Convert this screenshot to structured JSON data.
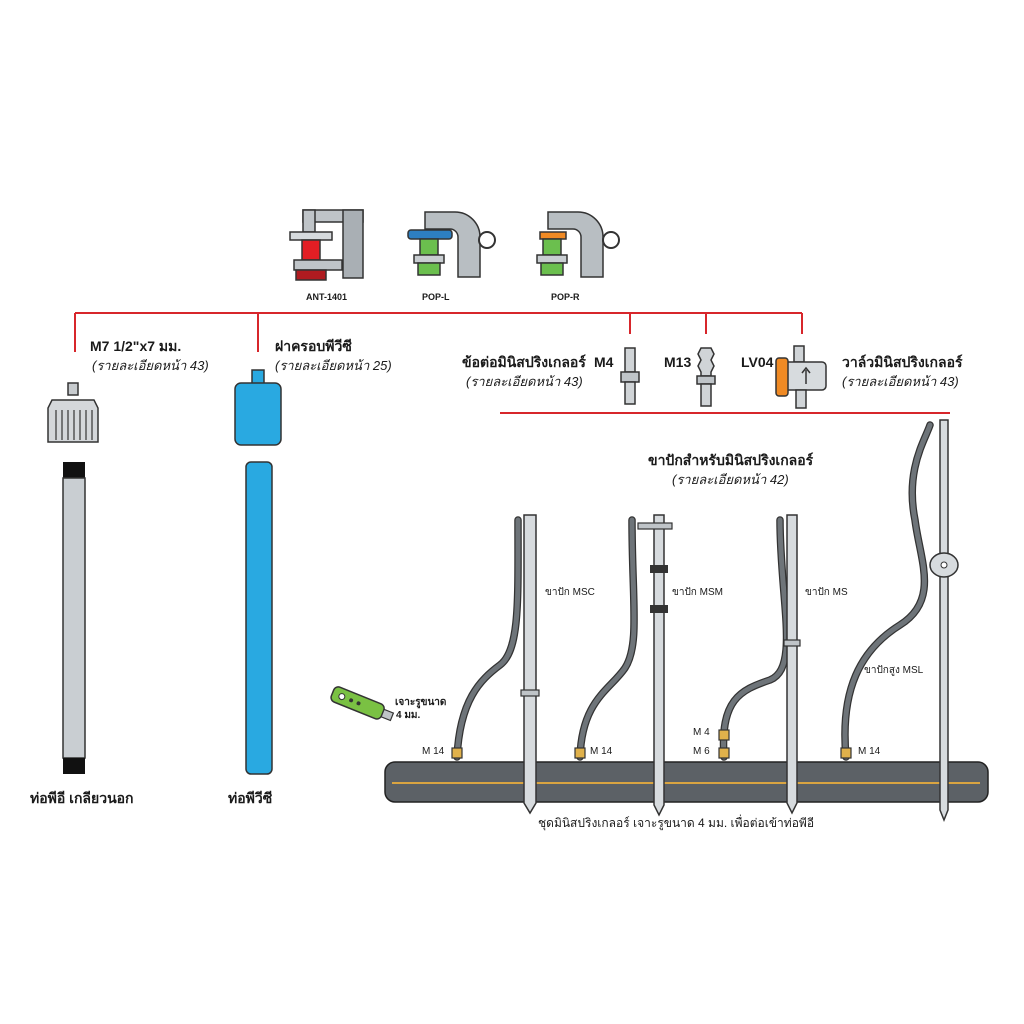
{
  "sprinklers": [
    {
      "id": "ant",
      "label": "ANT-1401",
      "color": "#e31e24"
    },
    {
      "id": "popl",
      "label": "POP-L",
      "color": "#2d7fc1"
    },
    {
      "id": "popr",
      "label": "POP-R",
      "color": "#f08a24"
    }
  ],
  "left_pipe": {
    "title": "M7 1/2\"x7 มม.",
    "note": "(รายละเอียดหน้า 43)",
    "caption": "ท่อพีอี เกลียวนอก"
  },
  "pvc_pipe": {
    "title": "ฝาครอบพีวีซี",
    "note": "(รายละเอียดหน้า 25)",
    "caption": "ท่อพีวีซี"
  },
  "connector": {
    "title": "ข้อต่อมินิสปริงเกลอร์",
    "note": "(รายละเอียดหน้า 43)",
    "m4": "M4",
    "m13": "M13",
    "lv04": "LV04"
  },
  "valve": {
    "title": "วาล์วมินิสปริงเกลอร์",
    "note": "(รายละเอียดหน้า 43)",
    "color": "#f08a24"
  },
  "stakes": {
    "title": "ขาปักสำหรับมินิสปริงเกลอร์",
    "note": "(รายละเอียดหน้า 42)",
    "msc": "ขาปัก MSC",
    "msm": "ขาปัก MSM",
    "ms": "ขาปัก MS",
    "msl": "ขาปักสูง MSL"
  },
  "fittings": {
    "m14_a": "M 14",
    "m14_b": "M 14",
    "m4": "M 4",
    "m6": "M 6",
    "m14_c": "M 14"
  },
  "punch_tool": {
    "line1": "เจาะรูขนาด",
    "line2": "4 มม.",
    "color": "#7ac143"
  },
  "bottom_caption": "ชุดมินิสปริงเกลอร์ เจาะรูขนาด 4 มม. เพื่อต่อเข้าท่อพีอี",
  "colors": {
    "accent_red": "#d7262b",
    "pvc_blue": "#29a9e1",
    "pe_pipe": "#5c6166",
    "pe_stripe": "#d9a441"
  }
}
